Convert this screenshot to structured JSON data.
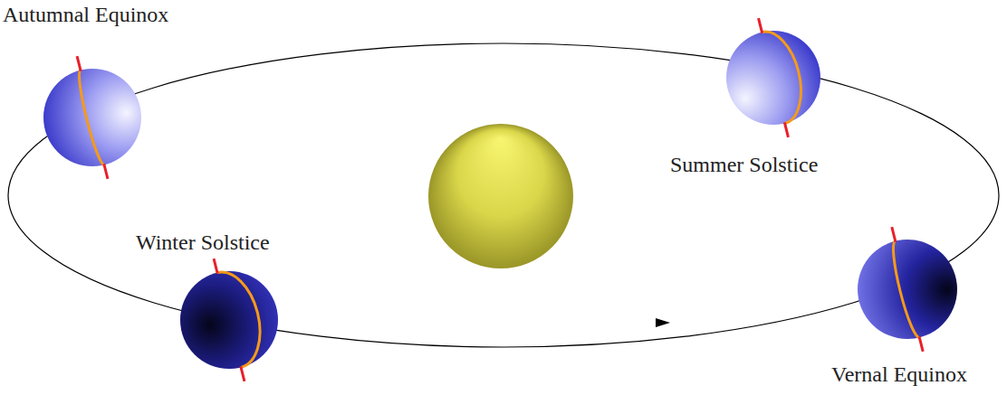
{
  "diagram": {
    "labels": [
      "Autumnal Equinox",
      "Summer Solstice",
      "Winter Solstice",
      "Vernal Equinox"
    ]
  }
}
